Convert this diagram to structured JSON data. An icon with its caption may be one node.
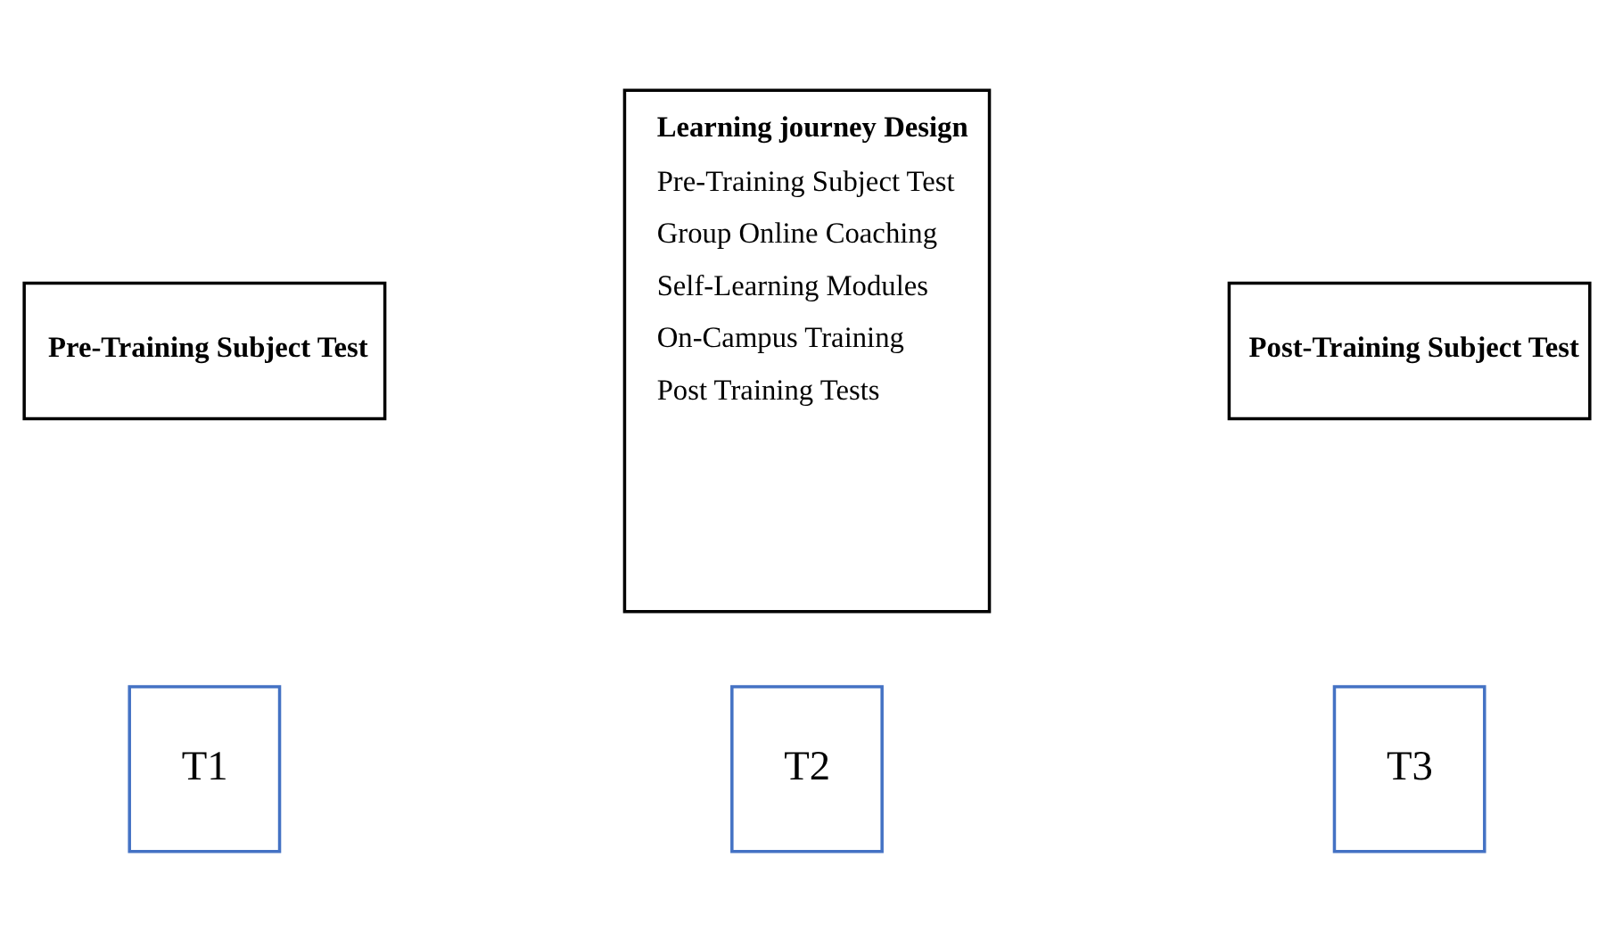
{
  "diagram": {
    "nodes": [
      {
        "text": [
          "Pre-Training Subject Test"
        ]
      },
      {
        "text": [
          "Learning journey Design",
          "Pre-Training Subject Test",
          "Group Online Coaching",
          "Self-Learning Modules",
          "On-Campus Training",
          "Post Training Tests"
        ]
      },
      {
        "text": [
          "Post-Training Subject Test"
        ]
      },
      {
        "text": [
          "T1"
        ]
      },
      {
        "text": [
          "T2"
        ]
      },
      {
        "text": [
          "T3"
        ]
      }
    ]
  }
}
